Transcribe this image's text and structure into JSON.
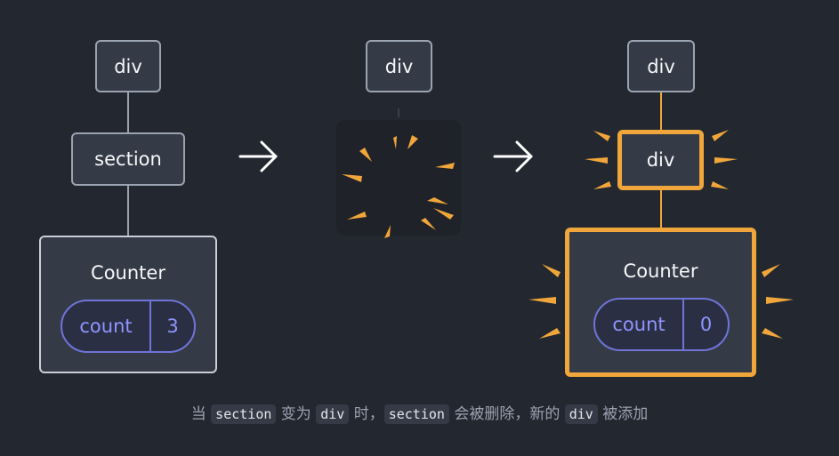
{
  "colors": {
    "background": "#23272f",
    "node_fill": "#343a46",
    "node_border": "#9aa3b1",
    "highlight": "#f0a63a",
    "state": "#8f95ff"
  },
  "before": {
    "top_node": "div",
    "middle_node": "section",
    "component": {
      "title": "Counter",
      "state_name": "count",
      "state_value": "3"
    }
  },
  "deleted": {
    "top_node": "div"
  },
  "after": {
    "top_node": "div",
    "middle_node": "div",
    "component": {
      "title": "Counter",
      "state_name": "count",
      "state_value": "0"
    }
  },
  "caption": {
    "part1": "当 ",
    "code1": "section",
    "part2": " 变为 ",
    "code2": "div",
    "part3": " 时，",
    "code3": "section",
    "part4": " 会被删除，新的 ",
    "code4": "div",
    "part5": " 被添加"
  }
}
